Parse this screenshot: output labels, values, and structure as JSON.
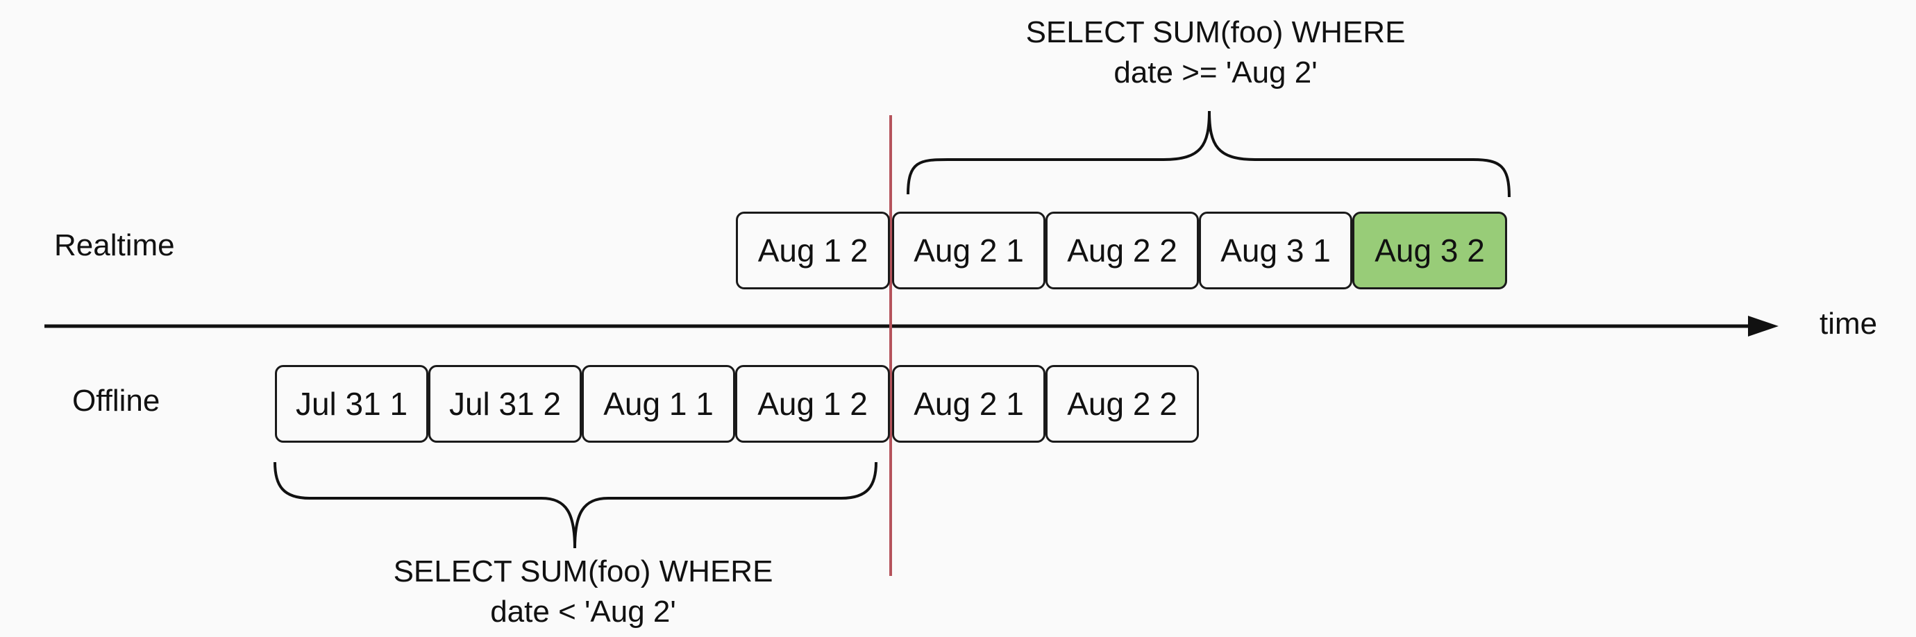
{
  "rows": {
    "realtime": "Realtime",
    "offline": "Offline"
  },
  "axis": {
    "label": "time"
  },
  "realtime_segments": [
    {
      "label": "Aug 1 2",
      "highlight": false
    },
    {
      "label": "Aug 2 1",
      "highlight": false
    },
    {
      "label": "Aug 2 2",
      "highlight": false
    },
    {
      "label": "Aug 3 1",
      "highlight": false
    },
    {
      "label": "Aug 3 2",
      "highlight": true
    }
  ],
  "offline_segments": [
    {
      "label": "Jul 31 1"
    },
    {
      "label": "Jul 31 2"
    },
    {
      "label": "Aug 1 1"
    },
    {
      "label": "Aug 1 2"
    },
    {
      "label": "Aug 2 1"
    },
    {
      "label": "Aug 2 2"
    }
  ],
  "queries": {
    "realtime_line1": "SELECT SUM(foo) WHERE",
    "realtime_line2": "date >= 'Aug 2'",
    "offline_line1": "SELECT SUM(foo) WHERE",
    "offline_line2": "date < 'Aug 2'"
  },
  "colors": {
    "highlight_segment": "#98cc78",
    "boundary_line": "#b5545c",
    "stroke": "#1a1a1a",
    "background": "#fafafa"
  }
}
